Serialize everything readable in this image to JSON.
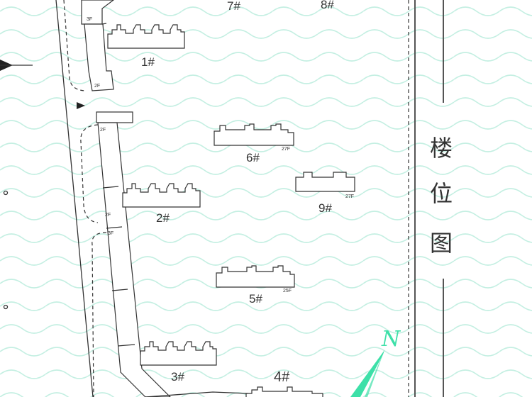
{
  "title": "楼位图",
  "title_chars": [
    "楼",
    "位",
    "图"
  ],
  "compass_label": "N",
  "colors": {
    "accent": "#3de0a8",
    "wave": "#c4efe2",
    "line": "#333333"
  },
  "buildings": [
    {
      "label": "7#"
    },
    {
      "label": "8#"
    },
    {
      "label": "1#"
    },
    {
      "label": "6#",
      "floors": "27F"
    },
    {
      "label": "9#",
      "floors": "27F"
    },
    {
      "label": "2#"
    },
    {
      "label": "5#",
      "floors": "25F"
    },
    {
      "label": "3#"
    },
    {
      "label": "4#"
    }
  ],
  "podium_floors": [
    "3F",
    "2F",
    "2F",
    "2F",
    "3F"
  ]
}
